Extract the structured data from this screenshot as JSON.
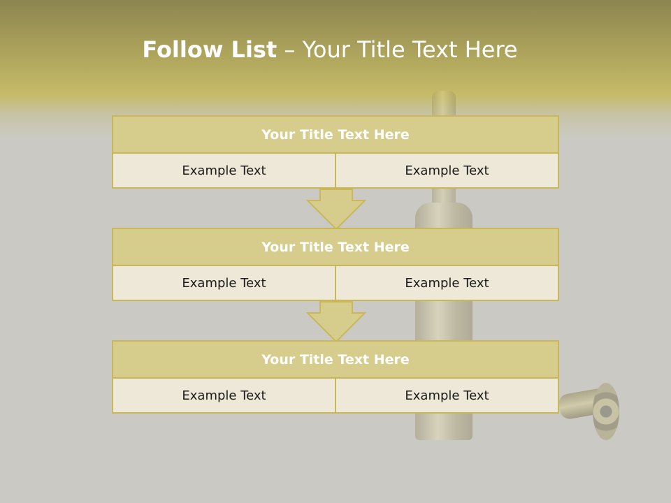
{
  "slide": {
    "title_bold": "Follow List",
    "title_rest": " – Your Title Text Here"
  },
  "blocks": [
    {
      "title": "Your Title Text Here",
      "cells": [
        "Example Text",
        "Example Text"
      ]
    },
    {
      "title": "Your Title Text Here",
      "cells": [
        "Example Text",
        "Example Text"
      ]
    },
    {
      "title": "Your Title Text Here",
      "cells": [
        "Example Text",
        "Example Text"
      ]
    }
  ],
  "colors": {
    "header_fill": "#d6cd8d",
    "cell_fill": "#ede8d8",
    "border": "#c9b759",
    "background": "#cac9c4"
  },
  "icons": [
    "down-arrow-icon",
    "down-arrow-icon"
  ]
}
